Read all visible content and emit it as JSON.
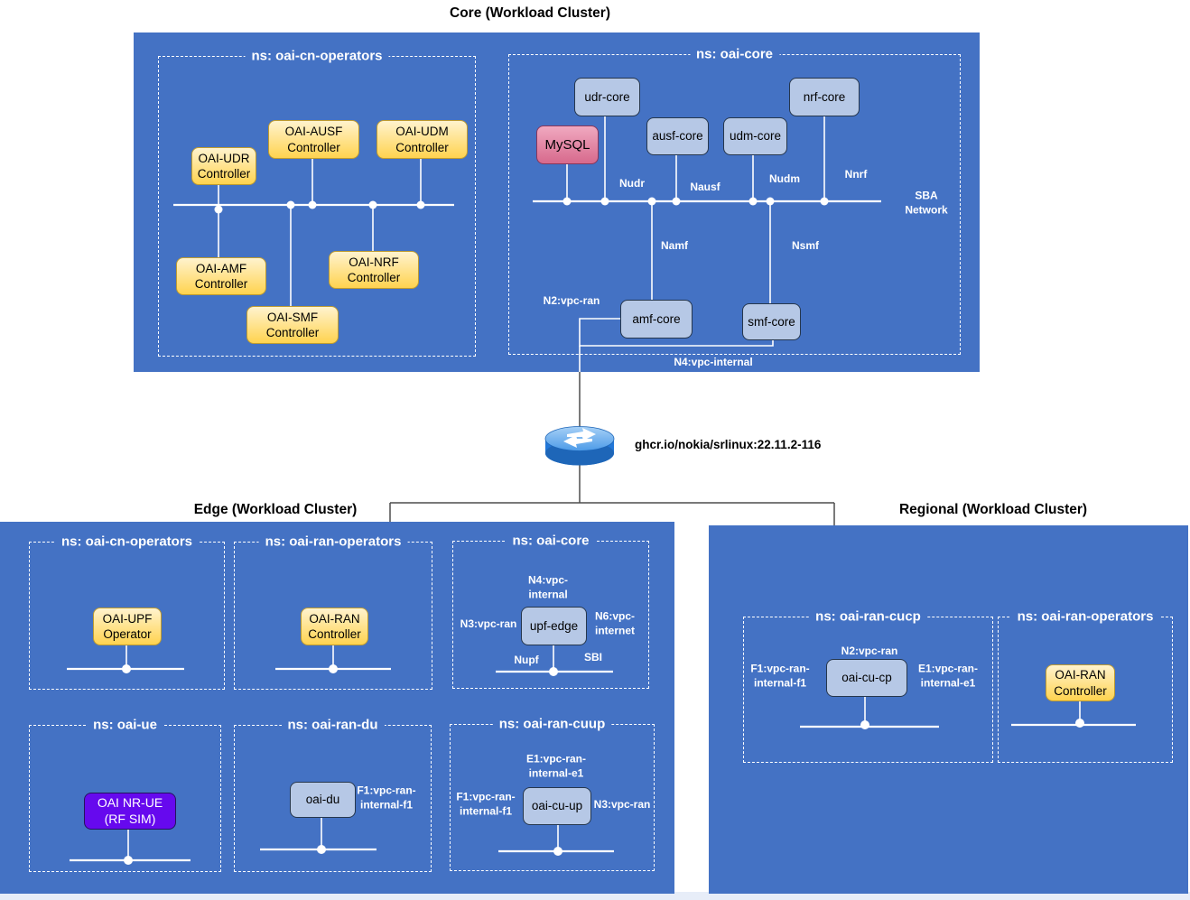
{
  "colors": {
    "cluster_blue": "#4472C4",
    "node_blue_fill": "#B6C8E6",
    "yellow_fill_top": "#FFF3CE",
    "yellow_fill_bottom": "#FFD34F",
    "mysql_fill_top": "#F0A9C0",
    "mysql_fill_bottom": "#D7698C",
    "purple_fill": "#6609EE",
    "bus_line": "#FFFFFF",
    "external_link_line": "#4D4D4D"
  },
  "router": {
    "icon": "router-icon",
    "label": "ghcr.io/nokia/srlinux:22.11.2-116"
  },
  "clusters": {
    "core": {
      "title": "Core (Workload Cluster)",
      "ns_cn_operators": {
        "title": "ns: oai-cn-operators",
        "nodes": {
          "udr": "OAI-UDR\nController",
          "ausf": "OAI-AUSF\nController",
          "udm": "OAI-UDM\nController",
          "amf": "OAI-AMF\nController",
          "smf": "OAI-SMF\nController",
          "nrf": "OAI-NRF\nController"
        }
      },
      "ns_oai_core": {
        "title": "ns: oai-core",
        "nodes": {
          "mysql": "MySQL",
          "udr": "udr-core",
          "ausf": "ausf-core",
          "udm": "udm-core",
          "nrf": "nrf-core",
          "amf": "amf-core",
          "smf": "smf-core"
        },
        "labels": {
          "nudr": "Nudr",
          "nausf": "Nausf",
          "nudm": "Nudm",
          "nnrf": "Nnrf",
          "sba": "SBA\nNetwork",
          "namf": "Namf",
          "nsmf": "Nsmf",
          "n2": "N2:vpc-ran",
          "n4": "N4:vpc-internal"
        }
      }
    },
    "edge": {
      "title": "Edge (Workload Cluster)",
      "ns_cn_operators": {
        "title": "ns: oai-cn-operators",
        "nodes": {
          "upf_operator": "OAI-UPF\nOperator"
        }
      },
      "ns_ran_operators": {
        "title": "ns: oai-ran-operators",
        "nodes": {
          "ran_controller": "OAI-RAN\nController"
        }
      },
      "ns_oai_core": {
        "title": "ns: oai-core",
        "nodes": {
          "upf_edge": "upf-edge"
        },
        "labels": {
          "n4": "N4:vpc-\ninternal",
          "n3": "N3:vpc-ran",
          "n6": "N6:vpc-\ninternet",
          "nupf": "Nupf",
          "sbi": "SBI"
        }
      },
      "ns_oai_ue": {
        "title": "ns: oai-ue",
        "nodes": {
          "nr_ue": "OAI NR-UE\n(RF SIM)"
        }
      },
      "ns_ran_du": {
        "title": "ns: oai-ran-du",
        "nodes": {
          "oai_du": "oai-du"
        },
        "labels": {
          "f1": "F1:vpc-ran-\ninternal-f1"
        }
      },
      "ns_ran_cuup": {
        "title": "ns: oai-ran-cuup",
        "nodes": {
          "oai_cu_up": "oai-cu-up"
        },
        "labels": {
          "e1": "E1:vpc-ran-\ninternal-e1",
          "f1": "F1:vpc-ran-\ninternal-f1",
          "n3": "N3:vpc-ran"
        }
      }
    },
    "regional": {
      "title": "Regional (Workload Cluster)",
      "ns_ran_cucp": {
        "title": "ns: oai-ran-cucp",
        "nodes": {
          "oai_cu_cp": "oai-cu-cp"
        },
        "labels": {
          "n2": "N2:vpc-ran",
          "f1": "F1:vpc-ran-\ninternal-f1",
          "e1": "E1:vpc-ran-\ninternal-e1"
        }
      },
      "ns_ran_operators": {
        "title": "ns: oai-ran-operators",
        "nodes": {
          "ran_controller": "OAI-RAN\nController"
        }
      }
    }
  }
}
